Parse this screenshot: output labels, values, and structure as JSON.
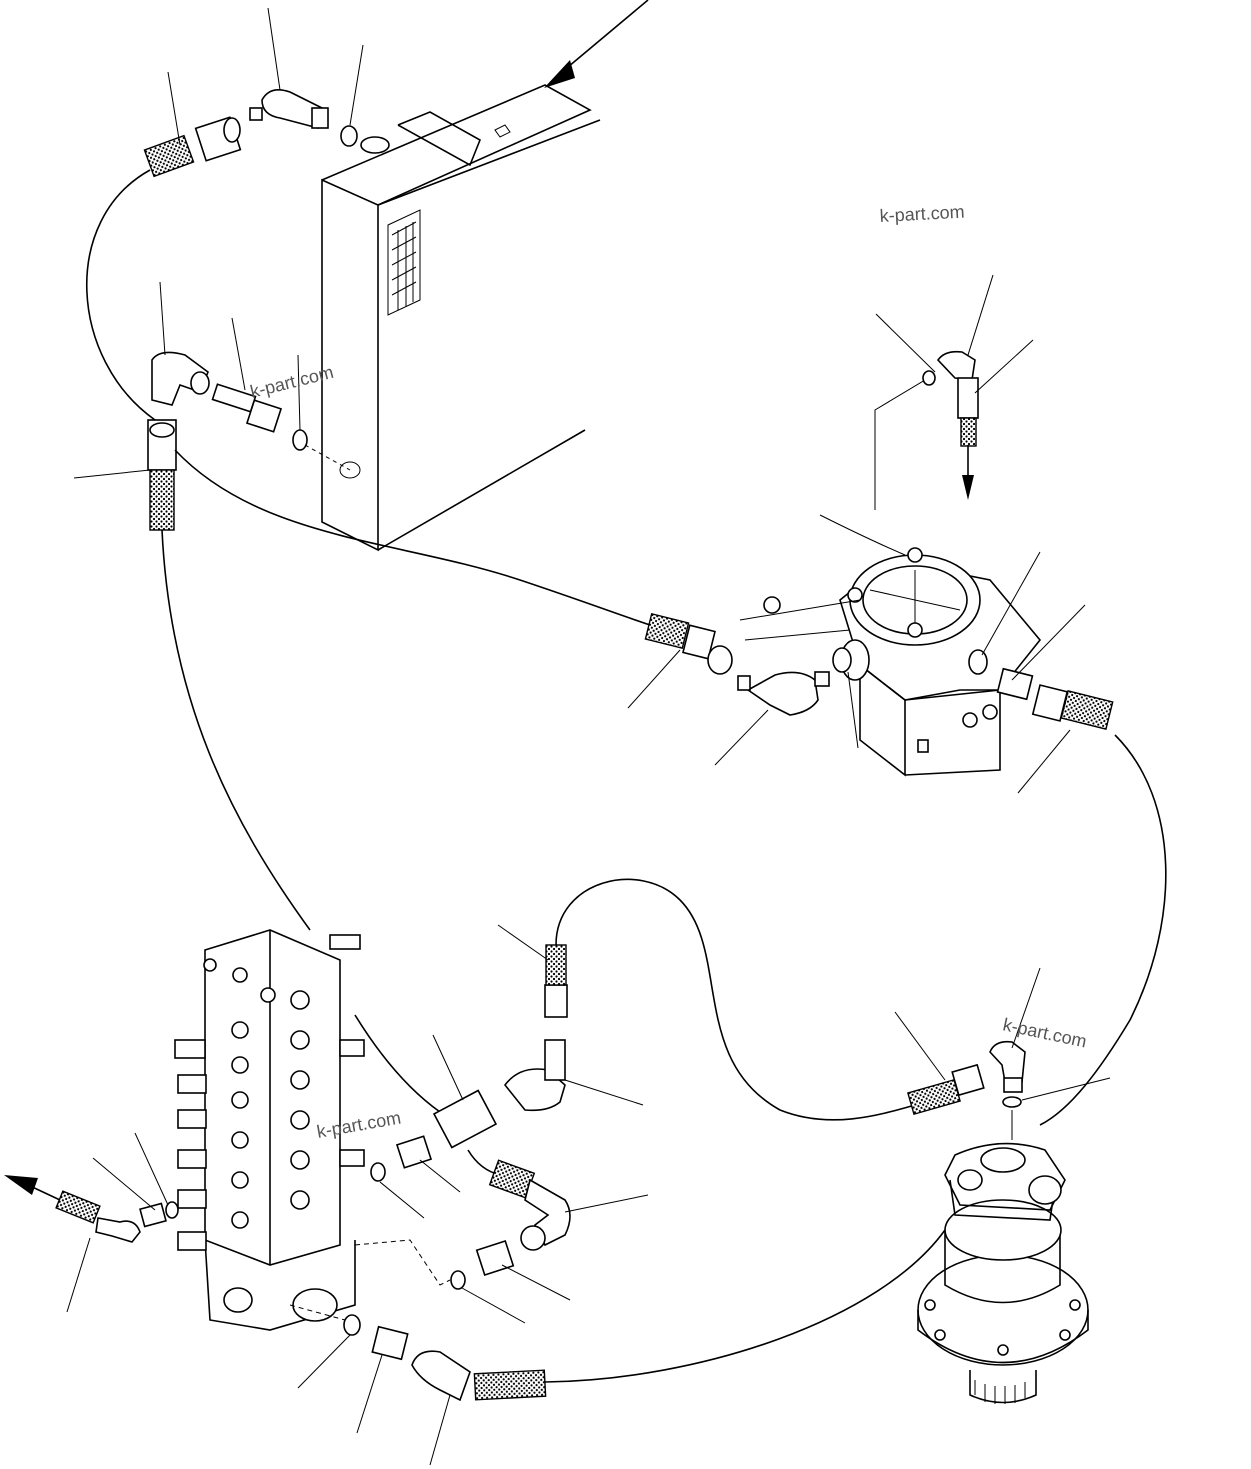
{
  "watermarks": [
    "k-part.com",
    "k-part.com",
    "k-part.com",
    "k-part.com"
  ],
  "colors": {
    "line": "#000000",
    "watermark": "#555555",
    "background": "#ffffff"
  }
}
